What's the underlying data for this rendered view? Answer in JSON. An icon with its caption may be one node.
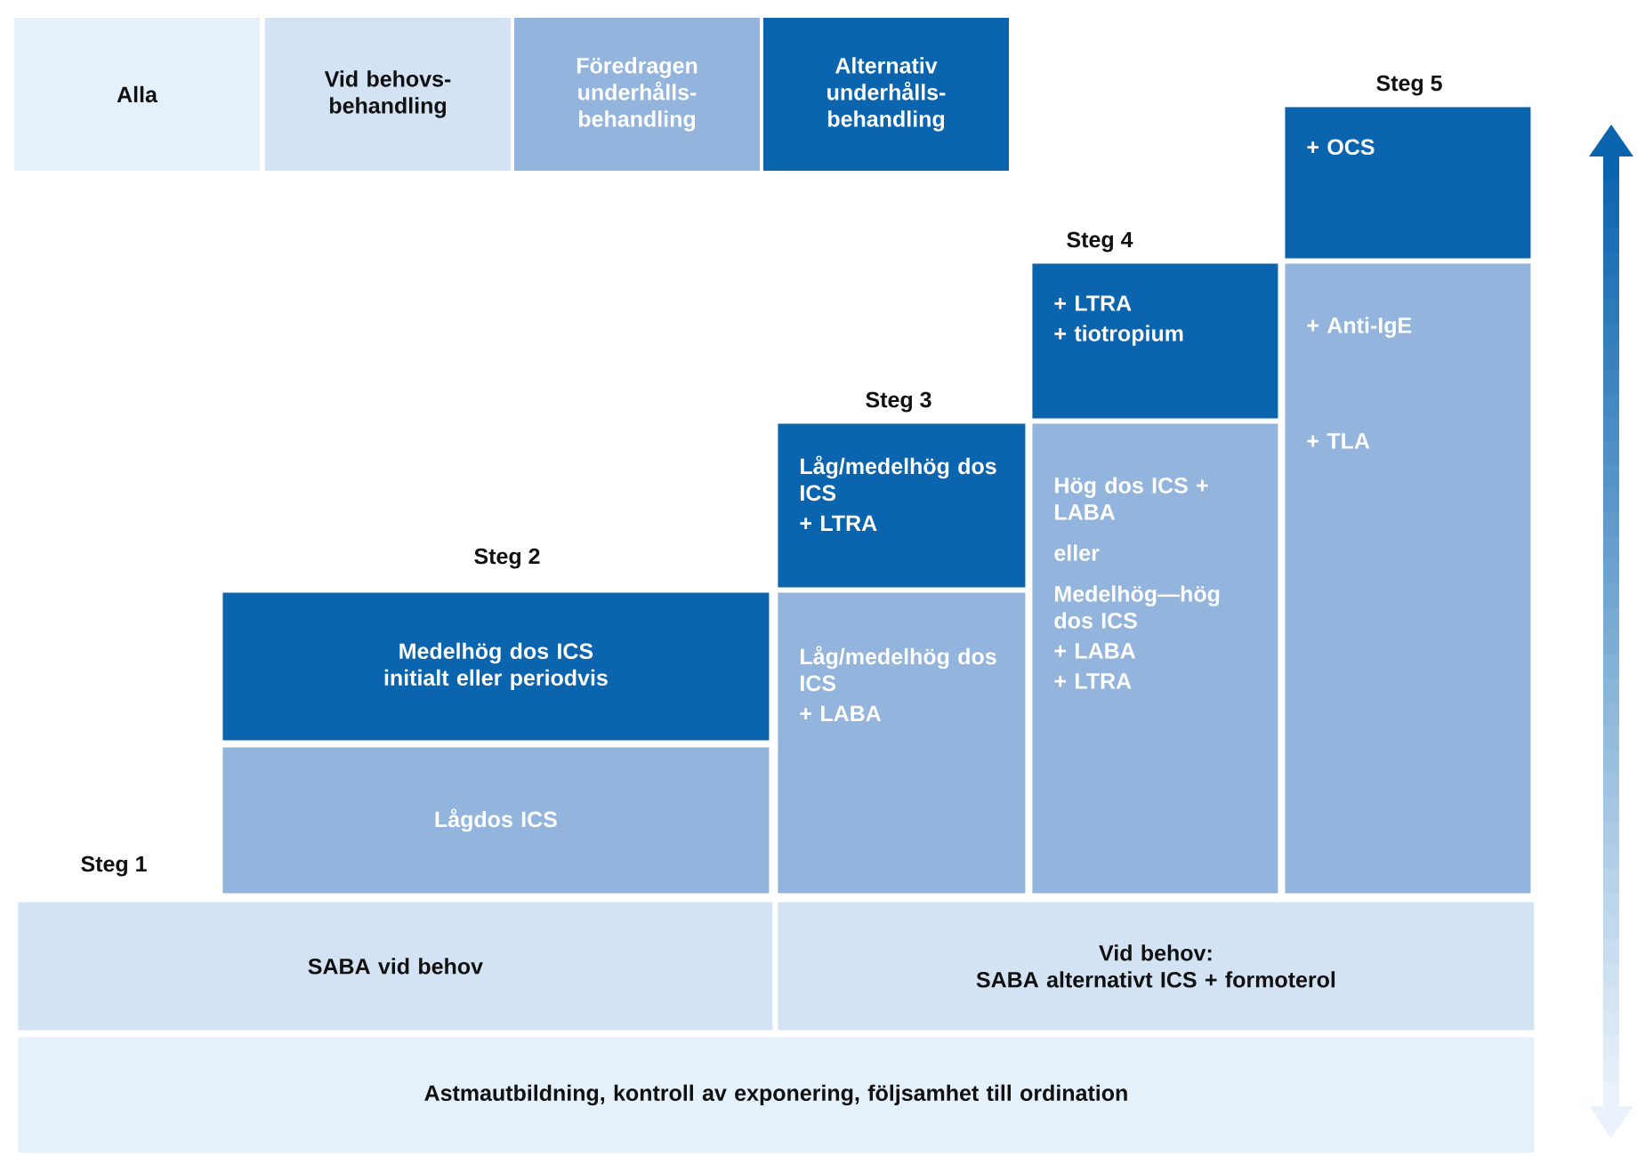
{
  "diagram": {
    "nodes": [
      {
        "text": [
          "Astmautbildning, kontroll av exponering, följsamhet till ordination"
        ]
      },
      {
        "text": [
          "SABA vid behov"
        ]
      },
      {
        "text": [
          "Vid behov:",
          "SABA alternativt ICS + formoterol"
        ]
      },
      {
        "text": [
          "Medelhög dos ICS initialt eller periodvis"
        ]
      },
      {
        "text": [
          "Lågdos ICS"
        ]
      },
      {
        "text": [
          "Låg/medelhög dos ICS",
          "+ LTRA"
        ]
      },
      {
        "text": [
          "Låg/medelhög dos ICS",
          "+ LABA"
        ]
      },
      {
        "text": [
          "+ LTRA",
          "+ tiotropium"
        ]
      },
      {
        "text": [
          "Hög dos ICS + LABA",
          "eller",
          "Medelhög—hög dos ICS",
          "+ LABA",
          "+ LTRA"
        ]
      },
      {
        "text": [
          "+ OCS"
        ]
      },
      {
        "text": [
          "+ Anti-IgE",
          "+ TLA"
        ]
      }
    ],
    "labels": [
      "Steg 5",
      "Steg 4",
      "Steg 3",
      "Steg 2",
      "Steg 1"
    ],
    "legend": [
      {
        "text": "Alla",
        "color": "#e4f0fa"
      },
      {
        "text": "Vid behovs-behandling",
        "color": "#d3e3f3"
      },
      {
        "text": "Föredragen underhålls-behandling",
        "color": "#93b4dc"
      },
      {
        "text": "Alternativ underhålls-behandling",
        "color": "#0b64ae"
      }
    ]
  }
}
